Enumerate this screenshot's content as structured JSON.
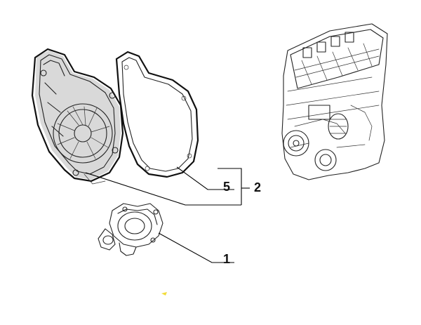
{
  "callouts": {
    "item_1": "1",
    "item_2": "2",
    "item_5": "5"
  },
  "colors": {
    "ink": "#222222",
    "accent_mark": "#f2dc3a",
    "background": "#ffffff"
  }
}
